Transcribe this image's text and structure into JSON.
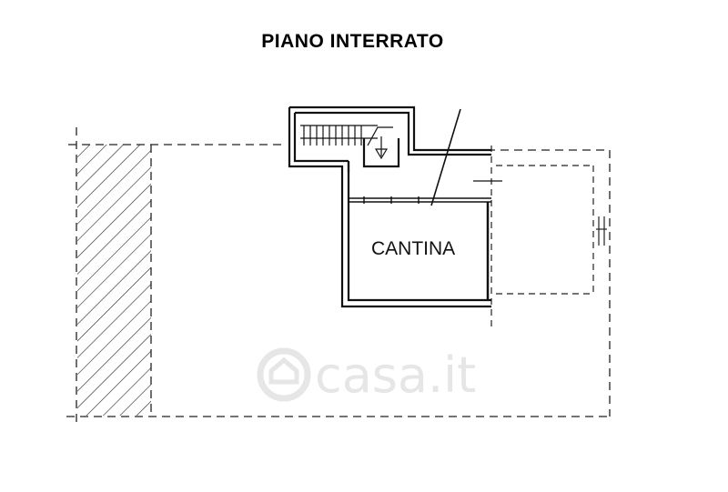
{
  "plan": {
    "title": "PIANO INTERRATO",
    "rooms": [
      {
        "label": "CANTINA"
      }
    ]
  },
  "watermark": {
    "text": "casa.it",
    "icon": "house-icon",
    "color": "#e6e6e6"
  }
}
